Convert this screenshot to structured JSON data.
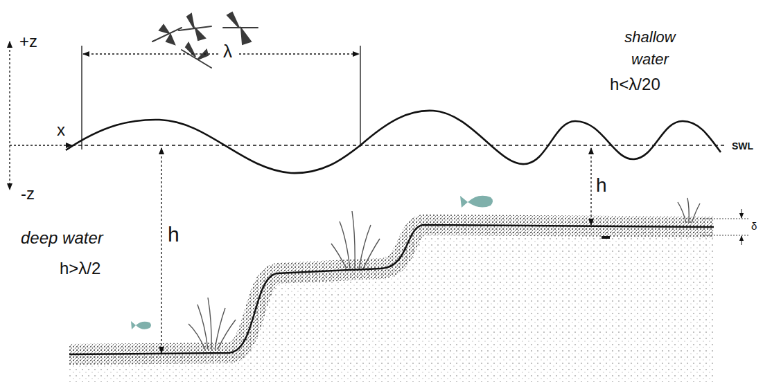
{
  "diagram": {
    "labels": [
      "λ",
      "shallow water",
      "h<λ/20",
      "+z",
      "x",
      "SWL",
      "-z",
      "h",
      "deep water",
      "h>λ/2",
      "h",
      "δ"
    ]
  }
}
